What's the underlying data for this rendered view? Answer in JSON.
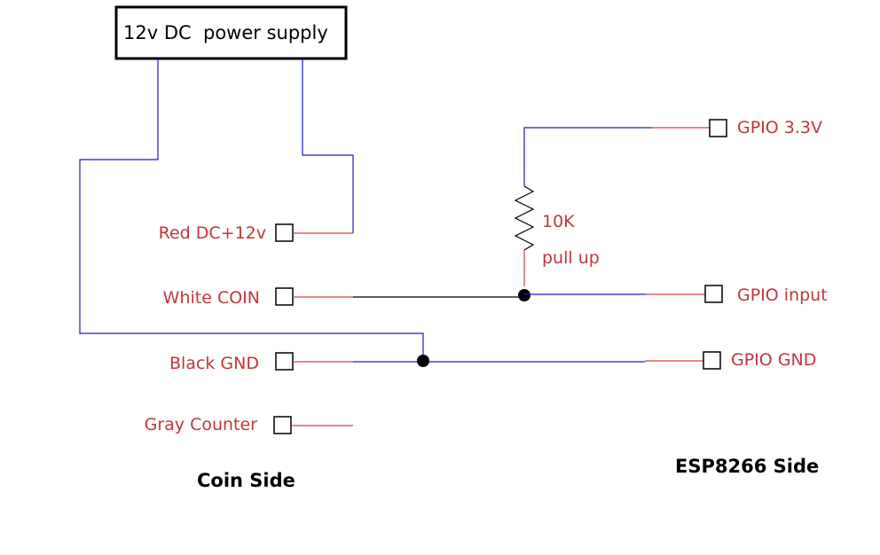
{
  "power_supply": {
    "label": "12v DC  power supply"
  },
  "coin_side": {
    "title": "Coin Side",
    "terminals": [
      {
        "label": "Red DC+12v"
      },
      {
        "label": "White COIN"
      },
      {
        "label": "Black GND"
      },
      {
        "label": "Gray Counter"
      }
    ]
  },
  "esp_side": {
    "title": "ESP8266 Side",
    "terminals": [
      {
        "label": "GPIO 3.3V"
      },
      {
        "label": "GPIO input"
      },
      {
        "label": "GPIO GND"
      }
    ]
  },
  "resistor": {
    "value": "10K",
    "role": "pull up"
  },
  "colors": {
    "label_red": "#c0363a",
    "wire_blue": "#1a1acc",
    "wire_red": "#d04040",
    "wire_black": "#000000"
  }
}
